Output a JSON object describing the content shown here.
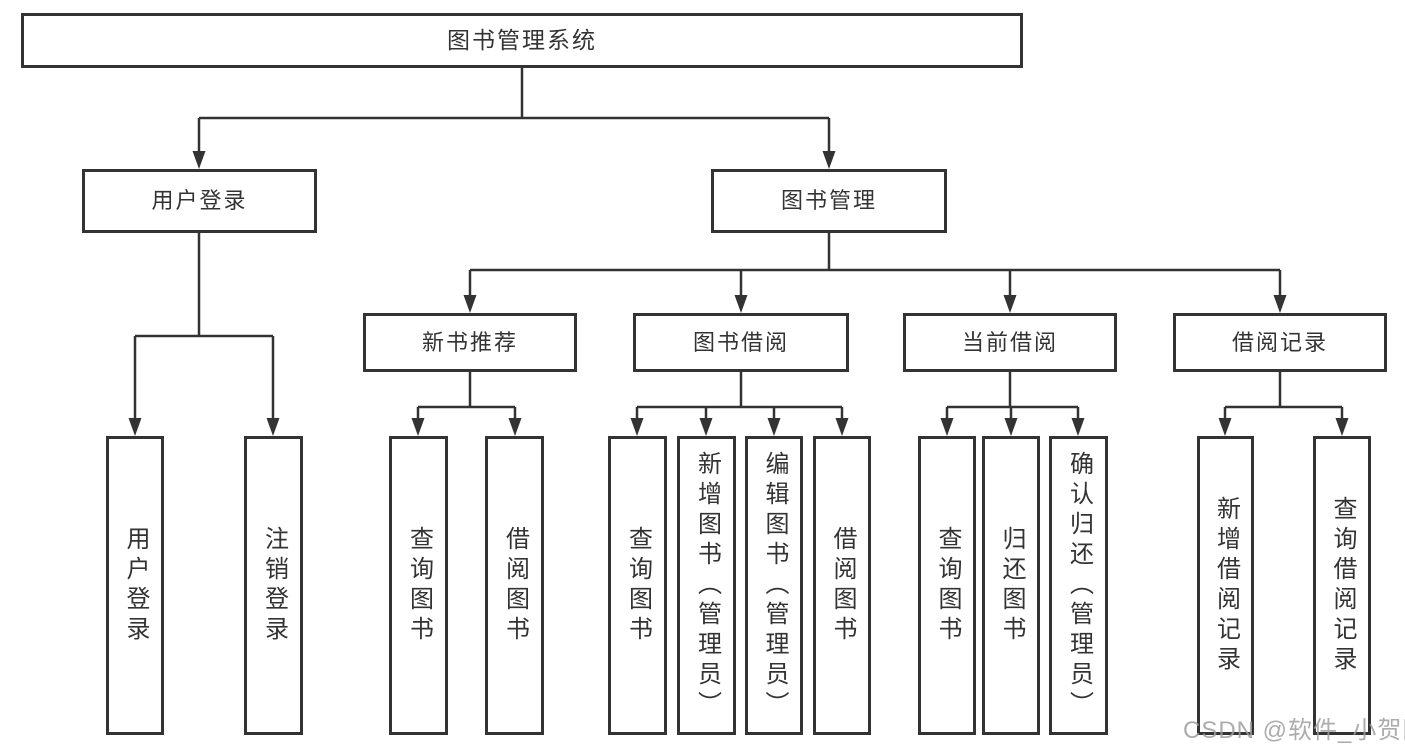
{
  "diagram": {
    "root": {
      "label": "图书管理系统"
    },
    "level2": [
      {
        "label": "用户登录"
      },
      {
        "label": "图书管理"
      }
    ],
    "level3": [
      {
        "label": "新书推荐",
        "parent": "图书管理"
      },
      {
        "label": "图书借阅",
        "parent": "图书管理"
      },
      {
        "label": "当前借阅",
        "parent": "图书管理"
      },
      {
        "label": "借阅记录",
        "parent": "图书管理"
      }
    ],
    "leaves": [
      {
        "label": "用户登录",
        "parent": "用户登录"
      },
      {
        "label": "注销登录",
        "parent": "用户登录"
      },
      {
        "label": "查询图书",
        "parent": "新书推荐"
      },
      {
        "label": "借阅图书",
        "parent": "新书推荐"
      },
      {
        "label": "查询图书",
        "parent": "图书借阅"
      },
      {
        "label": "新增图书（管理员）",
        "parent": "图书借阅"
      },
      {
        "label": "编辑图书（管理员）",
        "parent": "图书借阅"
      },
      {
        "label": "借阅图书",
        "parent": "图书借阅"
      },
      {
        "label": "查询图书",
        "parent": "当前借阅"
      },
      {
        "label": "归还图书",
        "parent": "当前借阅"
      },
      {
        "label": "确认归还（管理员）",
        "parent": "当前借阅"
      },
      {
        "label": "新增借阅记录",
        "parent": "借阅记录"
      },
      {
        "label": "查询借阅记录",
        "parent": "借阅记录"
      }
    ]
  },
  "watermark": {
    "text": "CSDN @软件_小贺同学"
  },
  "colors": {
    "line": "#333333",
    "box_border": "#333333",
    "box_fill": "#ffffff",
    "text": "#333333",
    "watermark": "#9e9e9e"
  }
}
